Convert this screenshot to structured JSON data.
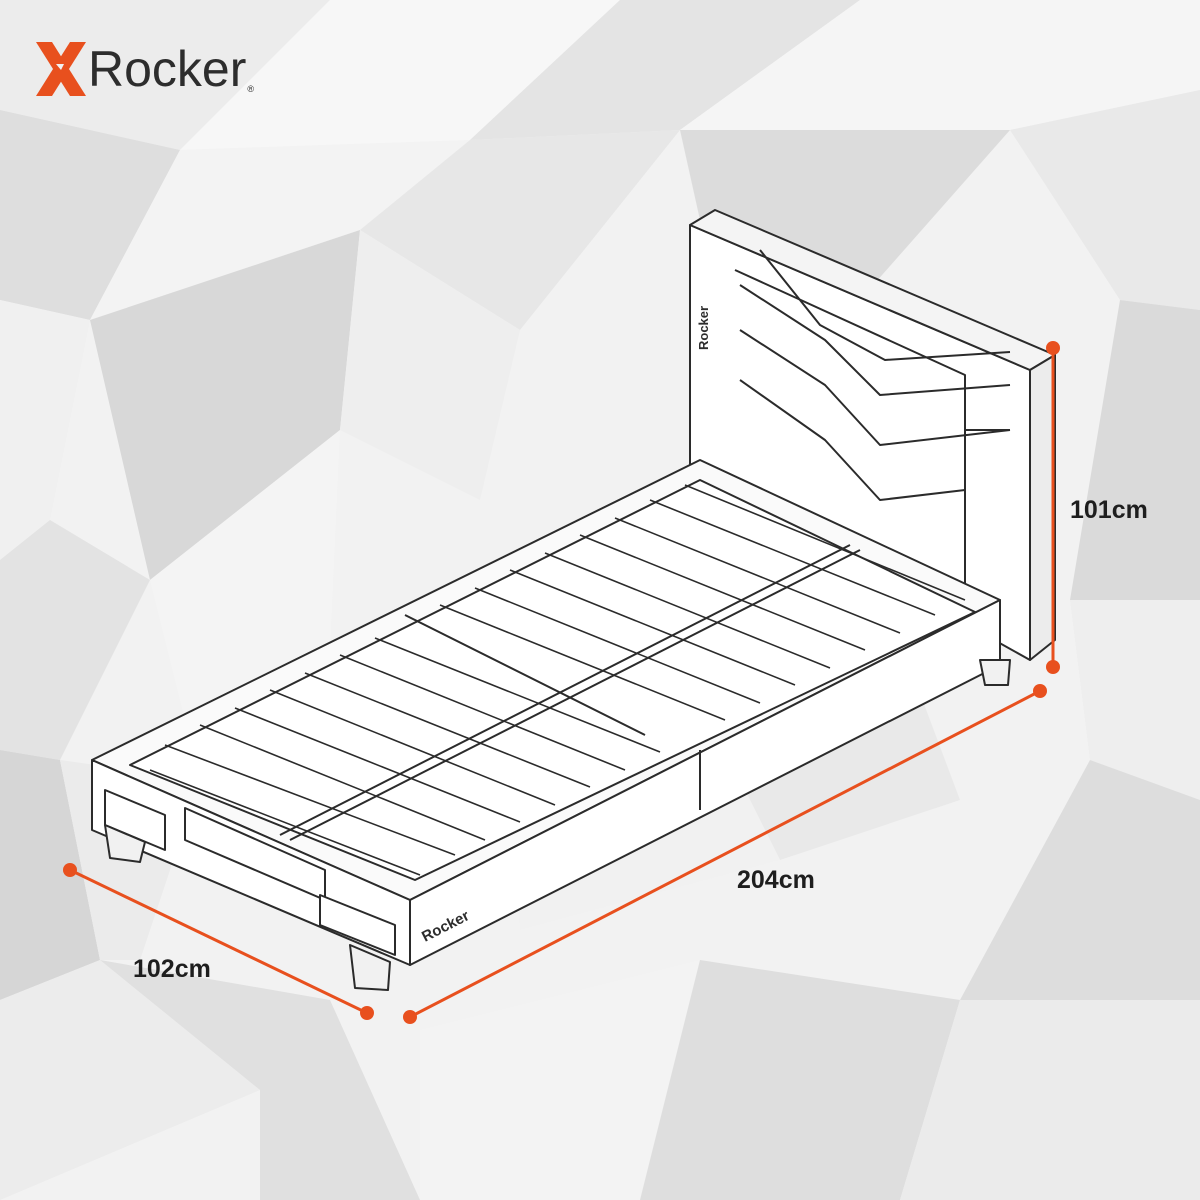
{
  "brand": {
    "name": "Rocker",
    "registered_mark": "®",
    "accent_color": "#e8501e",
    "text_color": "#2d2d2d"
  },
  "dimensions": {
    "height": "101cm",
    "length": "204cm",
    "width": "102cm",
    "line_color": "#e8501e"
  },
  "product_markings": {
    "headboard_logo": "Rocker",
    "side_rail_logo": "Rocker"
  }
}
